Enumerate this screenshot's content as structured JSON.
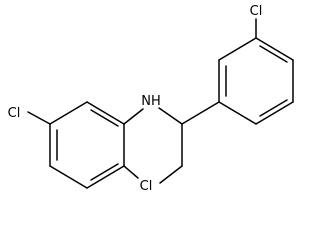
{
  "molecule": {
    "atom_labels": {
      "cl_left": "Cl",
      "nh": "NH",
      "cl_bottom": "Cl",
      "cl_top": "Cl"
    }
  }
}
